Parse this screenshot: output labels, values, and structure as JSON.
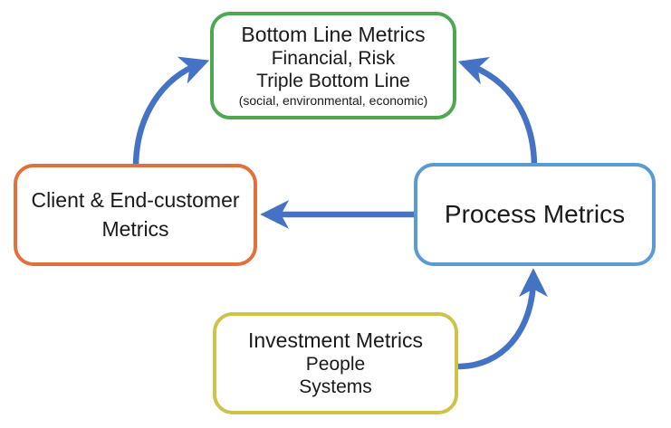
{
  "diagram": {
    "title": "Metrics Cycle Diagram",
    "background": "#ffffff",
    "arrow_color": "#4472C4",
    "nodes": [
      {
        "id": "bottom-line-metrics",
        "name": "Bottom Line Metrics",
        "border_color": "#4EA752",
        "lines": [
          "Bottom Line Metrics",
          "Financial, Risk",
          "Triple Bottom Line",
          "(social, environmental, economic)"
        ]
      },
      {
        "id": "client-end-customer-metrics",
        "name": "Client & End-customer Metrics",
        "border_color": "#E2703A",
        "lines": [
          "Client & End-customer Metrics"
        ]
      },
      {
        "id": "process-metrics",
        "name": "Process Metrics",
        "border_color": "#5B9BD5",
        "lines": [
          "Process Metrics"
        ]
      },
      {
        "id": "investment-metrics",
        "name": "Investment Metrics",
        "border_color": "#CFC249",
        "lines": [
          "Investment Metrics",
          "People",
          "Systems"
        ]
      }
    ],
    "arrows": [
      {
        "id": "client-to-bottom-line",
        "from": "client-end-customer-metrics",
        "to": "bottom-line-metrics",
        "style": "curved"
      },
      {
        "id": "process-to-bottom-line",
        "from": "process-metrics",
        "to": "bottom-line-metrics",
        "style": "curved"
      },
      {
        "id": "process-to-client",
        "from": "process-metrics",
        "to": "client-end-customer-metrics",
        "style": "straight"
      },
      {
        "id": "investment-to-process",
        "from": "investment-metrics",
        "to": "process-metrics",
        "style": "curved"
      }
    ]
  }
}
